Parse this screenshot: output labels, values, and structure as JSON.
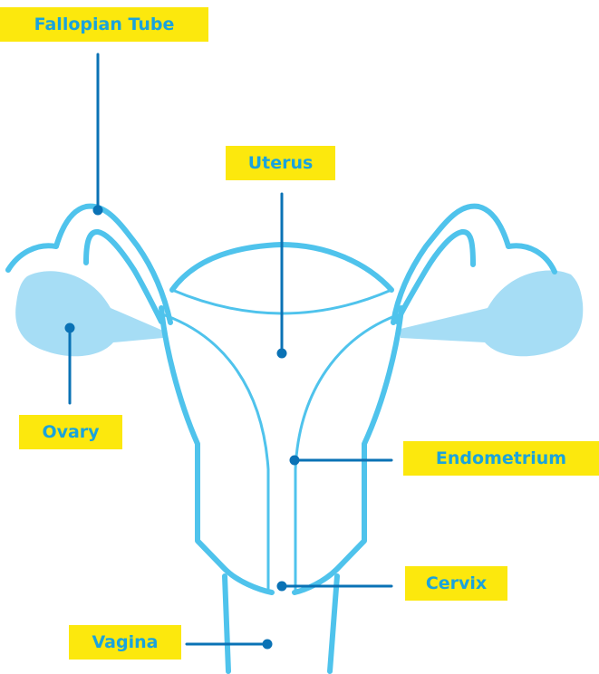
{
  "colors": {
    "outline": "#4fc3ec",
    "ovary_fill": "#a6ddf5",
    "leader": "#0a72b5",
    "label_bg": "#fce80d",
    "label_text": "#1aa3dc"
  },
  "labels": {
    "fallopian_tube": "Fallopian Tube",
    "uterus": "Uterus",
    "ovary": "Ovary",
    "endometrium": "Endometrium",
    "cervix": "Cervix",
    "vagina": "Vagina"
  }
}
